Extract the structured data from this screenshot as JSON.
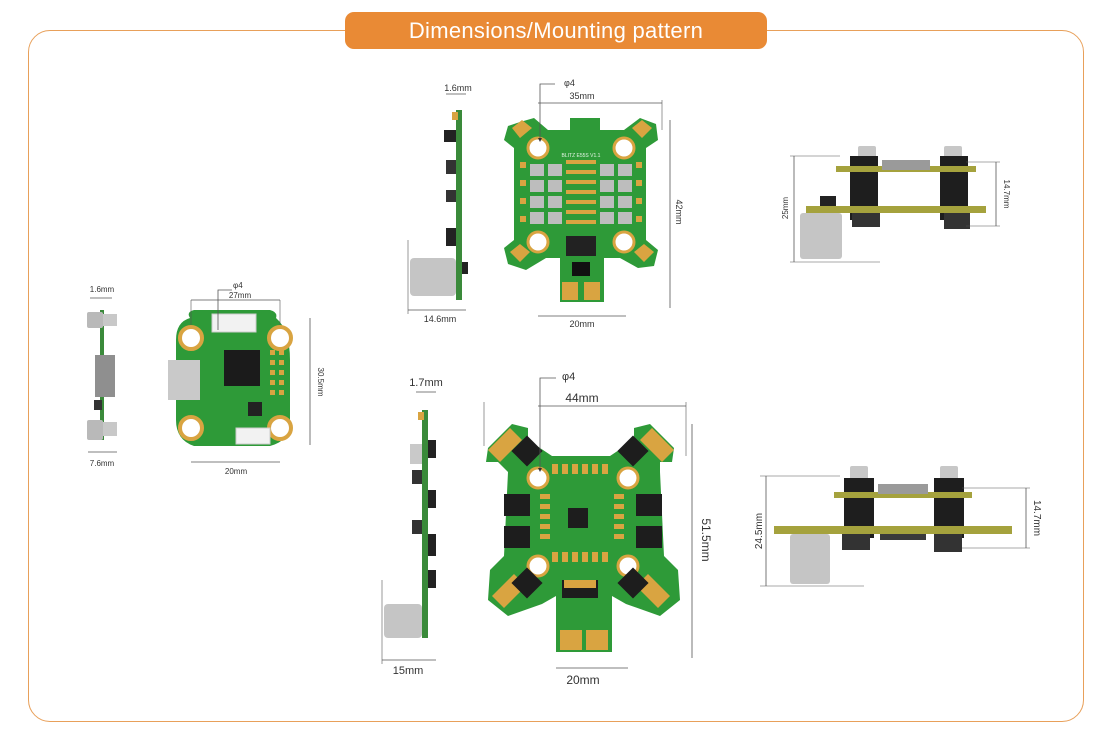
{
  "header": {
    "title": "Dimensions/Mounting pattern"
  },
  "colors": {
    "accent": "#e98a35",
    "pcb": "#2e9a38",
    "pad": "#d9a441"
  },
  "fc": {
    "side_thickness": "1.6mm",
    "side_width": "7.6mm",
    "hole": "φ4",
    "top_width": "27mm",
    "height": "30.5mm",
    "mount": "20mm"
  },
  "esc1": {
    "side_thickness": "1.6mm",
    "side_width": "14.6mm",
    "hole": "φ4",
    "top_width": "35mm",
    "height": "42mm",
    "mount": "20mm",
    "stack_height": "25mm",
    "stack_width": "14.7mm",
    "silk": "BLITZ E55S V1.1"
  },
  "esc2": {
    "side_thickness": "1.7mm",
    "side_width": "15mm",
    "hole": "φ4",
    "top_width": "44mm",
    "height": "51.5mm",
    "mount": "20mm",
    "stack_height": "24.5mm",
    "stack_width": "14.7mm"
  }
}
